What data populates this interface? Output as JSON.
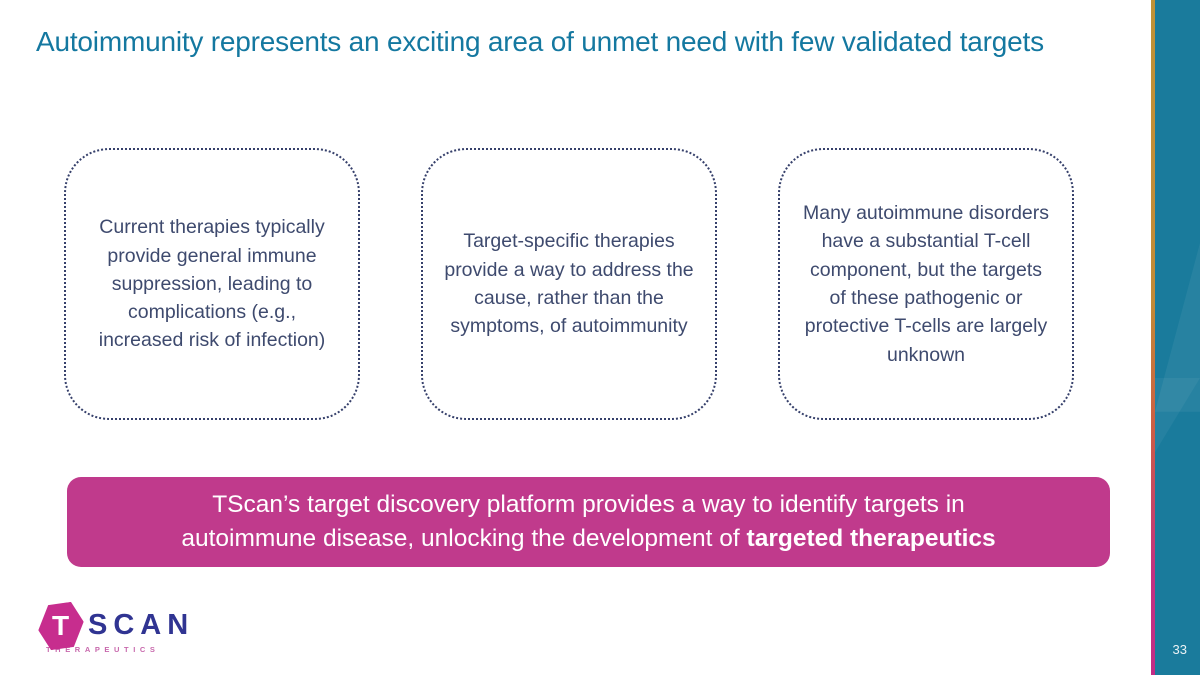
{
  "slide": {
    "title": "Autoimmunity represents an exciting area of unmet need with few validated targets",
    "boxes": [
      {
        "text": "Current therapies typically provide general immune suppression, leading to complications (e.g., increased risk of infection)"
      },
      {
        "text": "Target-specific therapies provide a way to address the cause, rather than the symptoms, of autoimmunity"
      },
      {
        "text": "Many autoimmune disorders have a substantial T-cell component, but the targets of these pathogenic or protective T-cells are largely unknown"
      }
    ],
    "banner": {
      "line1": "TScan’s target discovery platform provides a way to identify targets in",
      "line2_regular": "autoimmune disease, unlocking the development of ",
      "line2_bold": "targeted therapeutics"
    },
    "logo": {
      "hexagon_letter": "T",
      "name": "SCAN",
      "subtitle": "THERAPEUTICS"
    },
    "page_number": "33",
    "colors": {
      "title_teal": "#1478A0",
      "box_text_navy": "#3E4A6E",
      "dotted_border_navy": "#36406B",
      "banner_magenta": "#C03A8C",
      "sidebar_teal": "#1A7B9C",
      "accent_gold": "#C09238",
      "accent_magenta": "#C22C86",
      "logo_navy": "#303492",
      "logo_pink": "#C72D8E"
    }
  }
}
